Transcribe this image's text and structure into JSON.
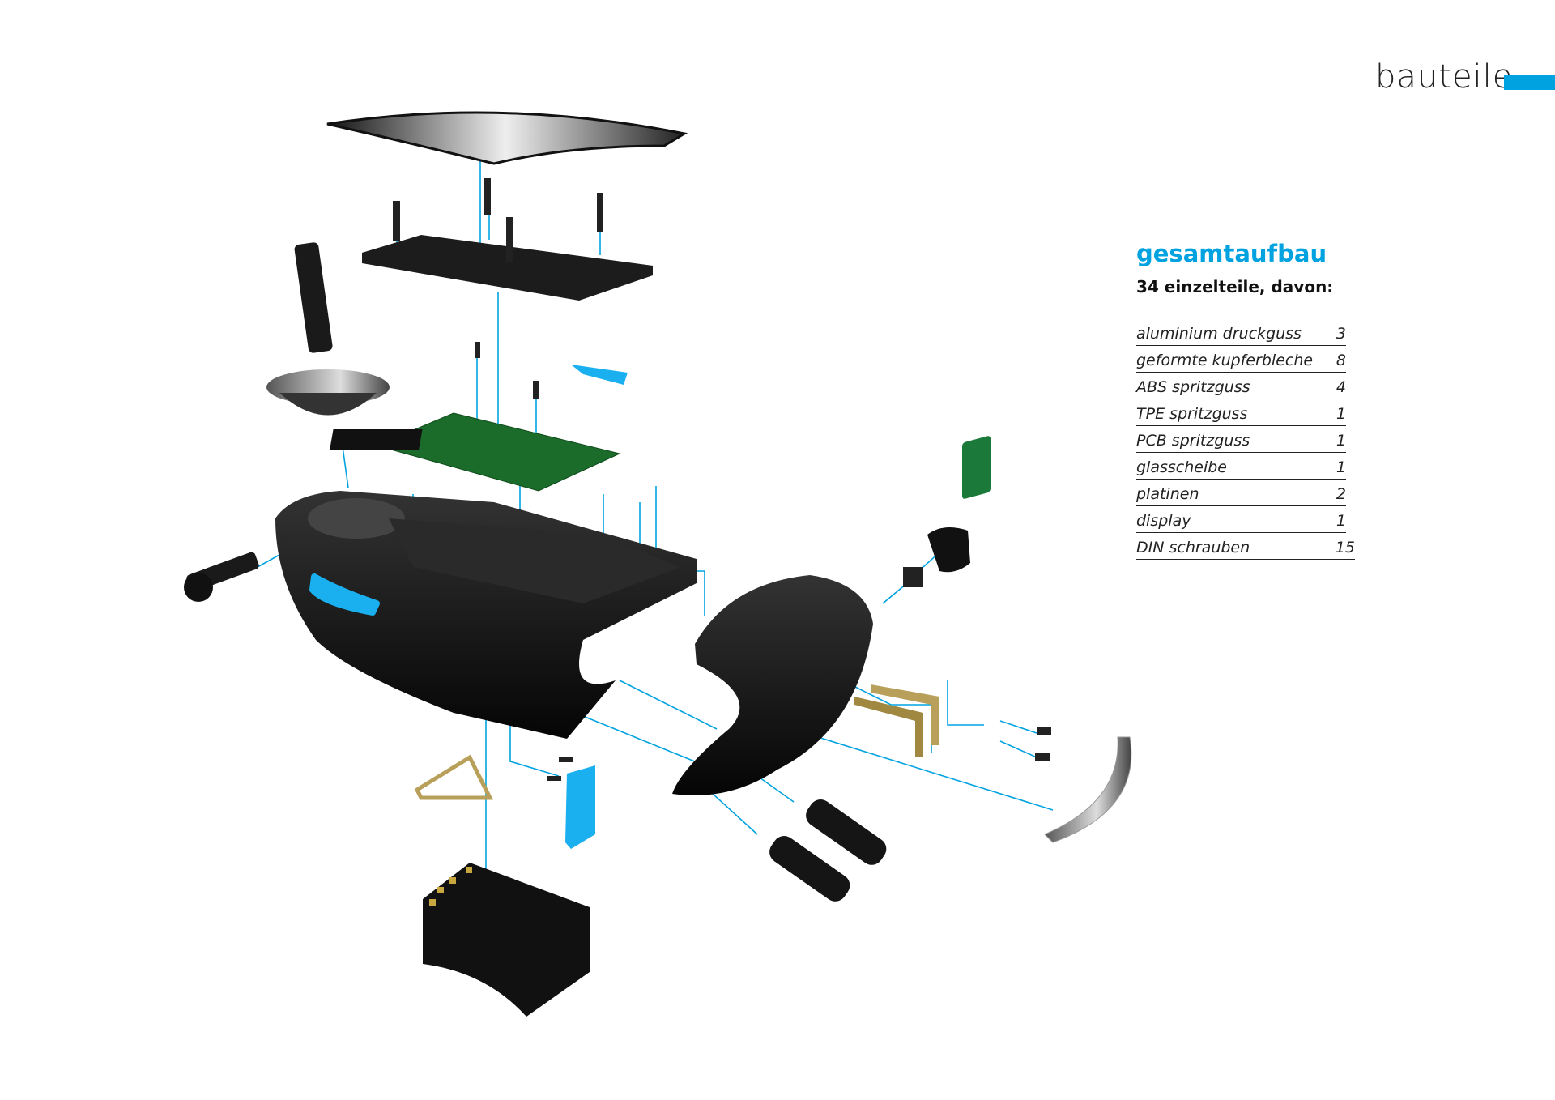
{
  "page": {
    "title": "bauteile",
    "accent_color": "#00a3e0"
  },
  "panel": {
    "heading": "gesamtaufbau",
    "subheading": "34 einzelteile, davon:",
    "parts": [
      {
        "label": "aluminium druckguss",
        "count": "3"
      },
      {
        "label": "geformte kupferbleche",
        "count": "8"
      },
      {
        "label": "ABS spritzguss",
        "count": "4"
      },
      {
        "label": "TPE spritzguss",
        "count": "1"
      },
      {
        "label": "PCB spritzguss",
        "count": "1"
      },
      {
        "label": "glasscheibe",
        "count": "1"
      },
      {
        "label": "platinen",
        "count": "2"
      },
      {
        "label": "display",
        "count": "1"
      },
      {
        "label": "DIN schrauben",
        "count": "15"
      }
    ]
  }
}
